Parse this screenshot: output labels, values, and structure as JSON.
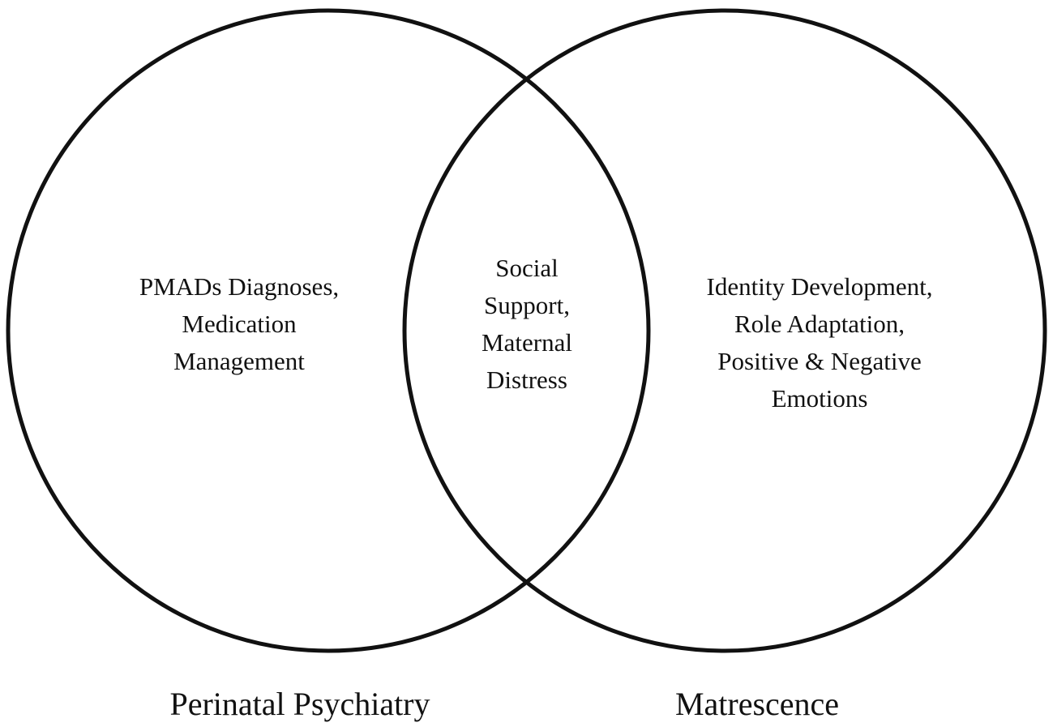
{
  "diagram": {
    "type": "venn",
    "stroke_color": "#111111",
    "background_color": "#ffffff",
    "sets": [
      {
        "label": "Perinatal Psychiatry",
        "lines": [
          "PMADs Diagnoses,",
          "Medication",
          "Management"
        ]
      },
      {
        "label": "Matrescence",
        "lines": [
          "Identity Development,",
          "Role Adaptation,",
          "Positive & Negative",
          "Emotions"
        ]
      }
    ],
    "overlap": {
      "lines": [
        "Social",
        "Support,",
        "Maternal",
        "Distress"
      ]
    }
  }
}
